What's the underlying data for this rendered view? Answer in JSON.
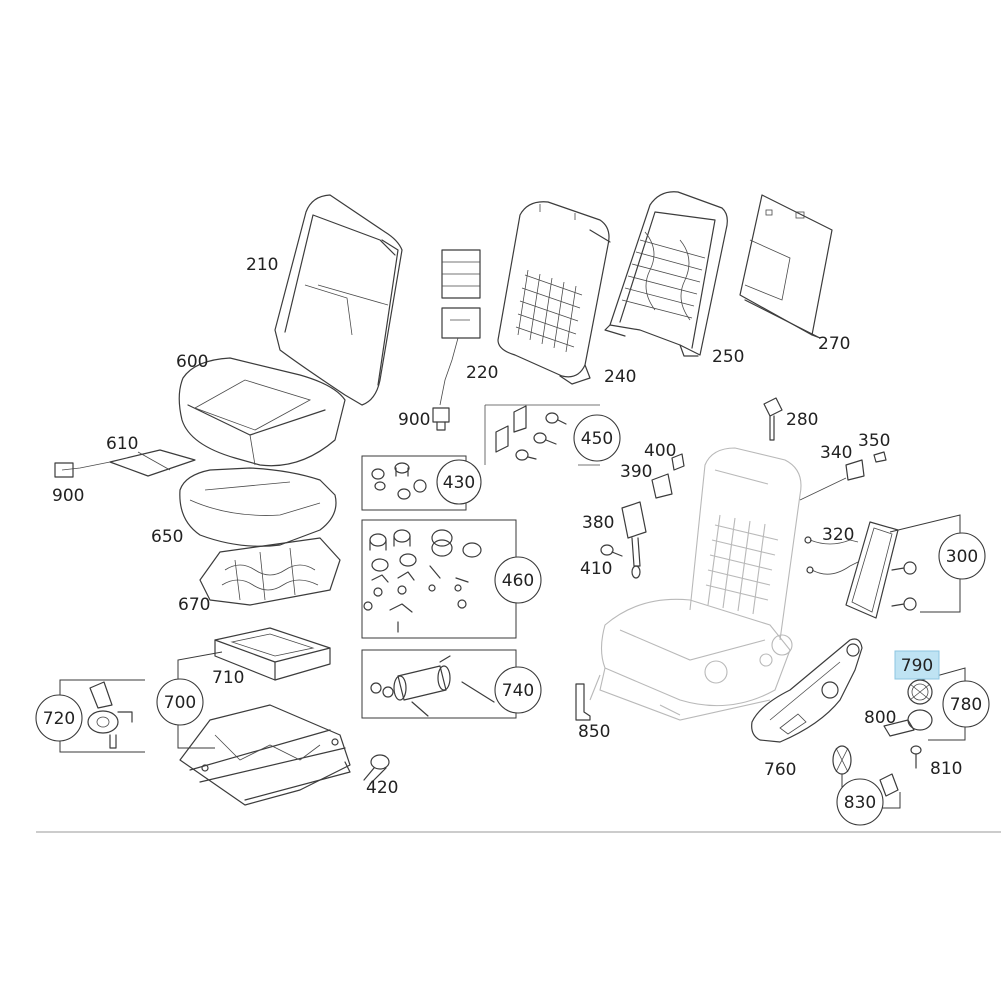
{
  "diagram": {
    "highlighted_label": "790",
    "labels": {
      "l210": "210",
      "l220": "220",
      "l240": "240",
      "l250": "250",
      "l270": "270",
      "l280": "280",
      "l300": "300",
      "l320": "320",
      "l340": "340",
      "l350": "350",
      "l380": "380",
      "l390": "390",
      "l400": "400",
      "l410": "410",
      "l420": "420",
      "l430": "430",
      "l450": "450",
      "l460": "460",
      "l600": "600",
      "l610": "610",
      "l650": "650",
      "l670": "670",
      "l700": "700",
      "l710": "710",
      "l720": "720",
      "l740": "740",
      "l760": "760",
      "l780": "780",
      "l790": "790",
      "l800": "800",
      "l810": "810",
      "l830": "830",
      "l850": "850",
      "l900a": "900",
      "l900b": "900"
    }
  },
  "colors": {
    "line": "#3c3c3c",
    "faint": "#b9b9b9",
    "highlight": "#bfe3f3"
  }
}
